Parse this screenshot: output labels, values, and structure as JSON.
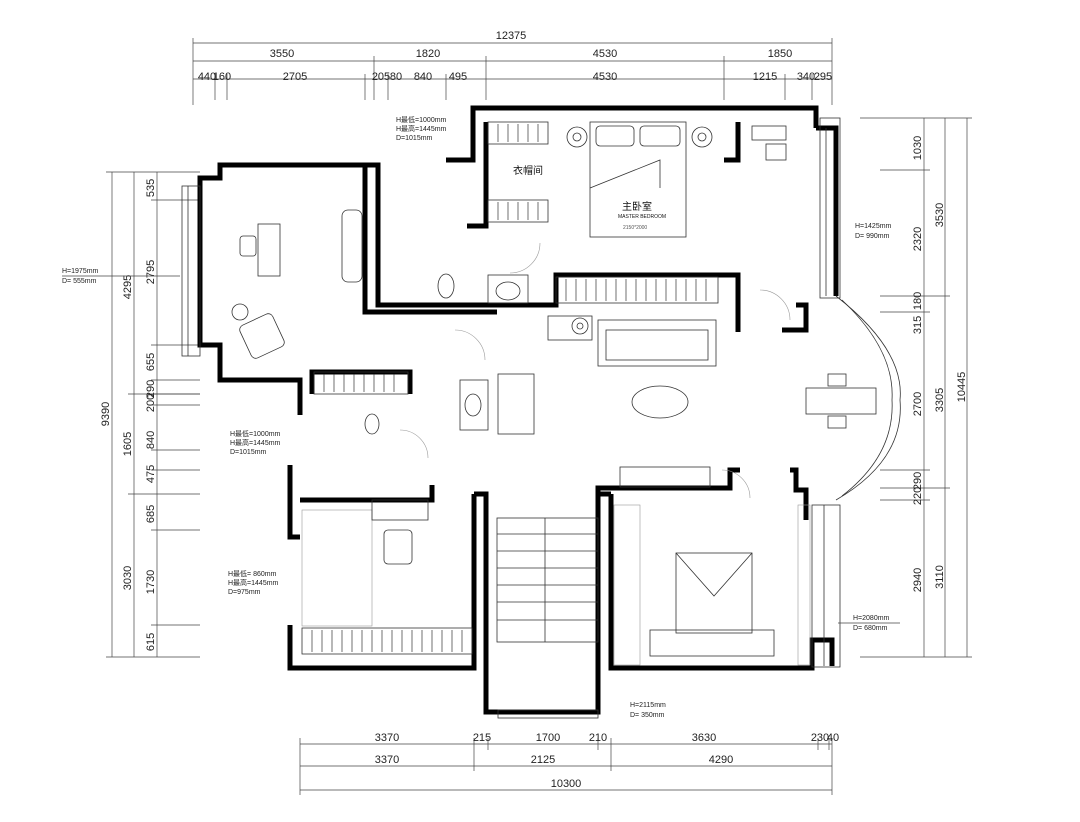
{
  "top_dims": {
    "overall": "12375",
    "row1": [
      "3550",
      "1820",
      "4530",
      "1850"
    ],
    "row2": [
      "440",
      "160",
      "2705",
      "205",
      "80",
      "840",
      "495",
      "4530",
      "1215",
      "340",
      "295"
    ]
  },
  "bottom_dims": {
    "row1": [
      "3370",
      "215",
      "1700",
      "210",
      "3630",
      "230",
      "40"
    ],
    "row2": [
      "3370",
      "2125",
      "4290"
    ],
    "overall": "10300"
  },
  "left_dims": {
    "outer": "9390",
    "mid_top": "4295",
    "mid_bottom": [
      "1605",
      "3030"
    ],
    "inner": [
      "535",
      "2795",
      "655",
      "290",
      "200",
      "840",
      "475",
      "685",
      "1730",
      "615"
    ]
  },
  "right_dims": {
    "outer": "10445",
    "mid": [
      "3530",
      "3305",
      "3110"
    ],
    "inner": [
      "1030",
      "2320",
      "180",
      "315",
      "2700",
      "290",
      "220",
      "2940"
    ]
  },
  "rooms": {
    "cloakroom": "衣帽间",
    "master_cn": "主卧室",
    "master_en": "MASTER BEDROOM",
    "bed_size": "2150*2000"
  },
  "notes": {
    "window_master": [
      "H最低=1000mm",
      "H最高=1445mm",
      "D=1015mm"
    ],
    "window_left": [
      "H=1975mm",
      "D= 555mm"
    ],
    "window_right_top": [
      "H=1425mm",
      "D= 990mm"
    ],
    "window_mid_left": [
      "H最低=1000mm",
      "H最高=1445mm",
      "D=1015mm"
    ],
    "window_low_left": [
      "H最低= 860mm",
      "H最高=1445mm",
      "D=975mm"
    ],
    "window_right_bottom": [
      "H=2080mm",
      "D= 680mm"
    ],
    "window_stair": [
      "H=2115mm",
      "D= 350mm"
    ]
  }
}
